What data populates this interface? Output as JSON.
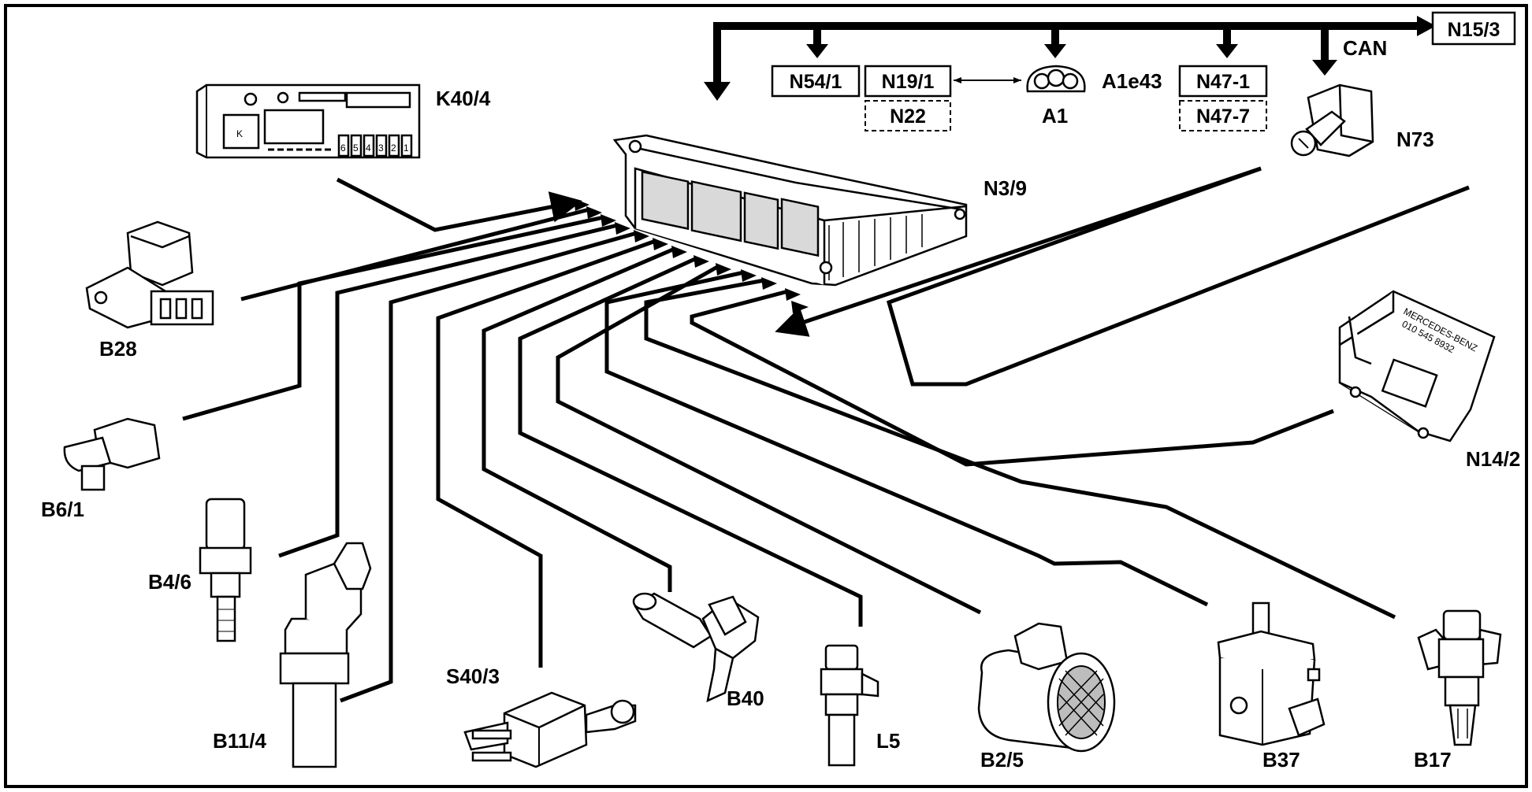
{
  "bus_boxes": {
    "n15_3": "N15/3",
    "n54_1": "N54/1",
    "n19_1": "N19/1",
    "n22": "N22",
    "n47_1": "N47-1",
    "n47_7": "N47-7"
  },
  "bus_labels": {
    "can": "CAN",
    "a1e43": "A1e43",
    "a1": "A1"
  },
  "components": {
    "k40_4": "K40/4",
    "k40_4_relay": "K",
    "k40_4_fuses": [
      "6",
      "5",
      "4",
      "3",
      "2",
      "1"
    ],
    "n3_9": "N3/9",
    "n73": "N73",
    "n14_2": "N14/2",
    "n14_2_marking": [
      "MERCEDES-BENZ",
      "010 545 8932"
    ],
    "b28": "B28",
    "b6_1": "B6/1",
    "b4_6": "B4/6",
    "b11_4": "B11/4",
    "s40_3": "S40/3",
    "b40": "B40",
    "l5": "L5",
    "b2_5": "B2/5",
    "b37": "B37",
    "b17": "B17"
  }
}
